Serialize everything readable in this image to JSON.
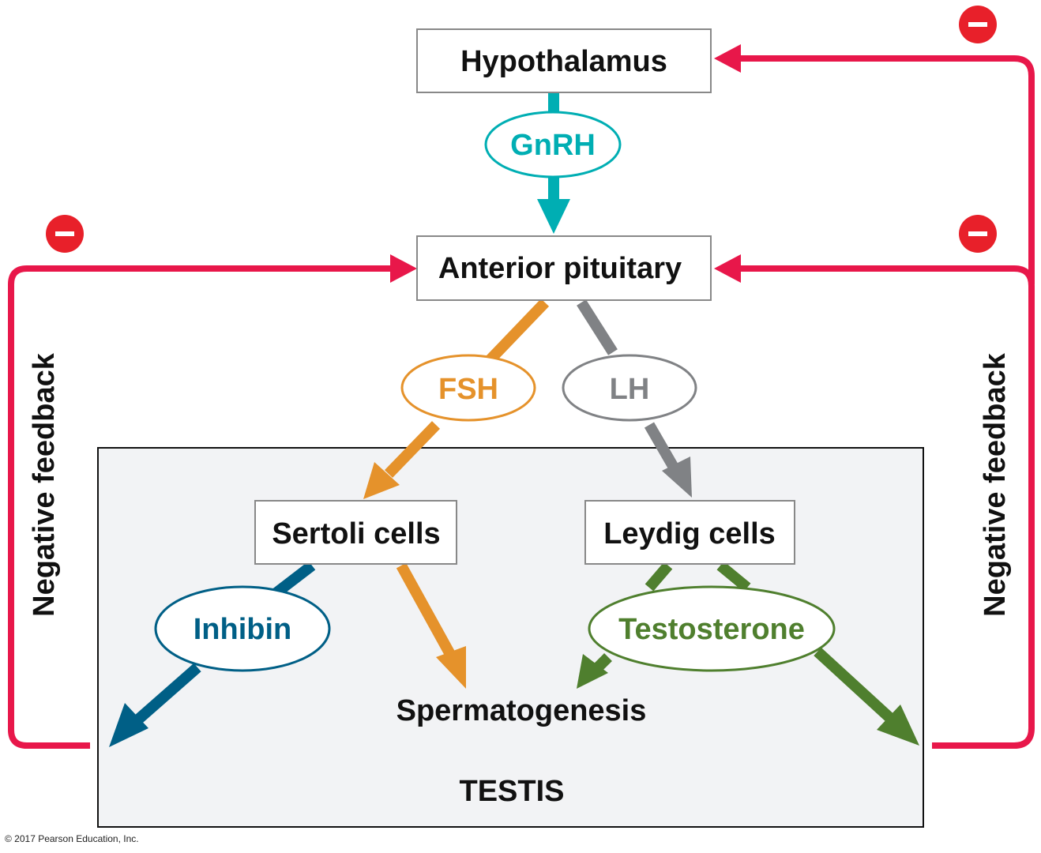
{
  "nodes": {
    "hypothalamus": "Hypothalamus",
    "anterior_pituitary": "Anterior pituitary",
    "sertoli_cells": "Sertoli cells",
    "leydig_cells": "Leydig cells",
    "spermatogenesis": "Spermatogenesis",
    "testis": "TESTIS"
  },
  "hormones": {
    "gnrh": "GnRH",
    "fsh": "FSH",
    "lh": "LH",
    "inhibin": "Inhibin",
    "testosterone": "Testosterone"
  },
  "feedback": {
    "left_label": "Negative feedback",
    "right_label": "Negative feedback",
    "inhibit_symbol": "–"
  },
  "colors": {
    "gnrh": "#00aeb3",
    "fsh": "#e5922b",
    "lh": "#808285",
    "inhibin": "#005f86",
    "testosterone": "#4f7f2e",
    "feedback": "#e8174a",
    "inhibit_badge": "#e8202a",
    "testis_fill": "#f2f3f5"
  },
  "footer": {
    "copyright": "© 2017 Pearson Education, Inc."
  }
}
